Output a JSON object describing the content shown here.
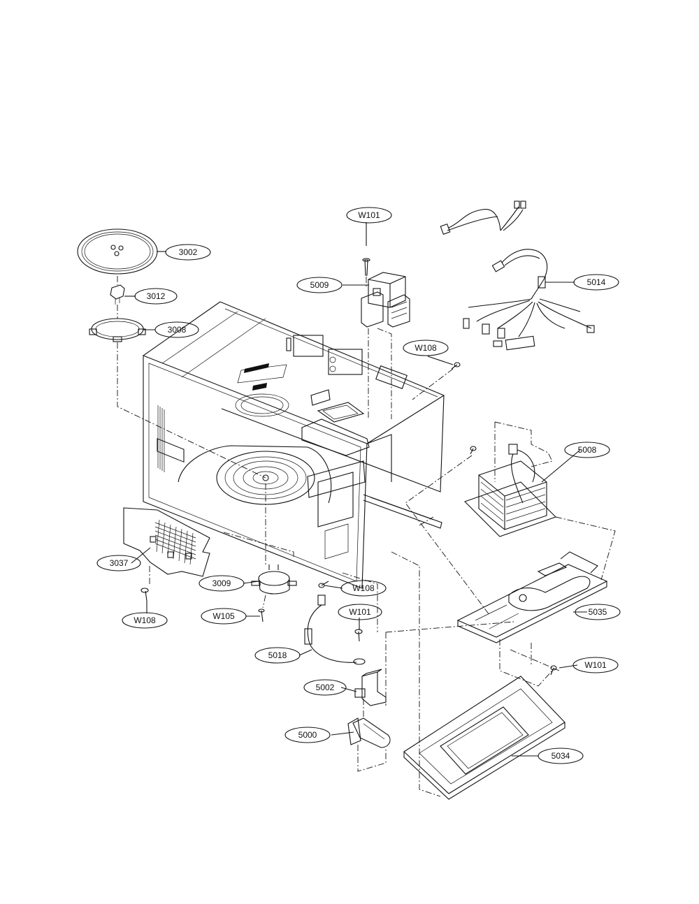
{
  "callouts": {
    "w101_top": "W101",
    "p3002": "3002",
    "p5009": "5009",
    "p5014": "5014",
    "p3012": "3012",
    "p3008": "3008",
    "w108_right": "W108",
    "p5008": "5008",
    "p3037": "3037",
    "p3009": "3009",
    "w108_mid": "W108",
    "w108_left": "W108",
    "w105": "W105",
    "w101_mid": "W101",
    "p5035": "5035",
    "p5018": "5018",
    "w101_right": "W101",
    "p5002": "5002",
    "p5000": "5000",
    "p5034": "5034"
  }
}
